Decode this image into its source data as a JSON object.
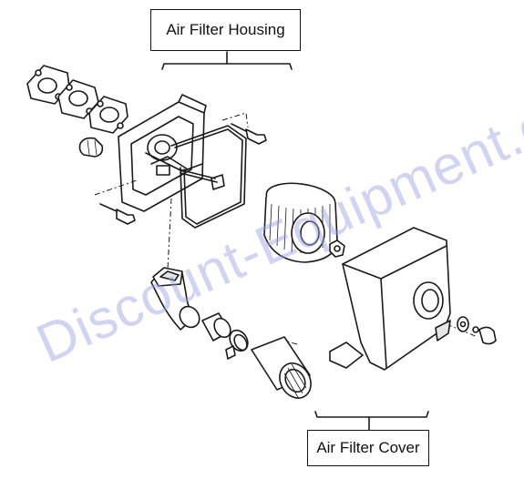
{
  "labels": {
    "housing": "Air Filter Housing",
    "cover": "Air Filter Cover"
  },
  "watermark": "Discount-Equipment.com"
}
